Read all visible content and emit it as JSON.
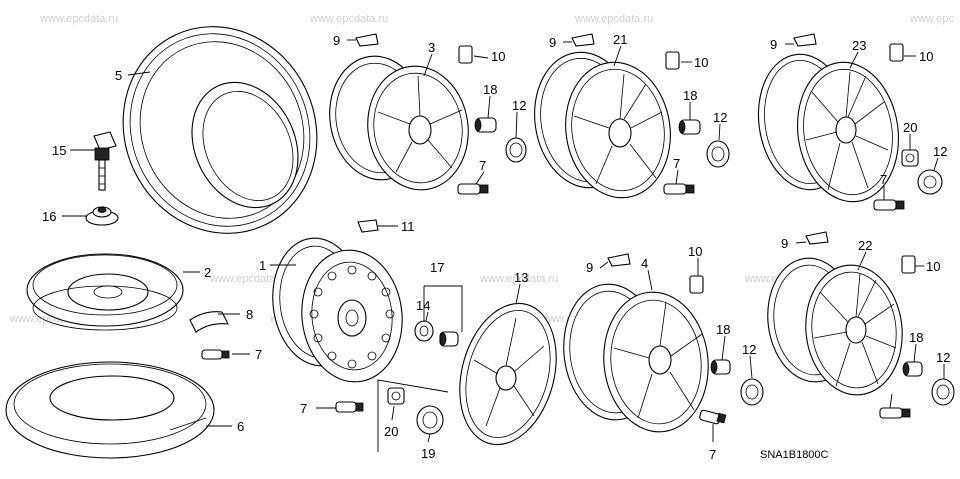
{
  "diagram": {
    "watermark": "www.epcdata.ru",
    "watermark_partial": "www.epc",
    "diagram_code": "SNA1B1800C",
    "callouts": {
      "c1": "1",
      "c2": "2",
      "c3": "3",
      "c4": "4",
      "c5": "5",
      "c6": "6",
      "c7a": "7",
      "c7b": "7",
      "c7c": "7",
      "c7d": "7",
      "c7e": "7",
      "c7f": "7",
      "c8": "8",
      "c9a": "9",
      "c9b": "9",
      "c9c": "9",
      "c9d": "9",
      "c9e": "9",
      "c10a": "10",
      "c10b": "10",
      "c10c": "10",
      "c10d": "10",
      "c10e": "10",
      "c11": "11",
      "c12a": "12",
      "c12b": "12",
      "c12c": "12",
      "c12d": "12",
      "c12e": "12",
      "c13": "13",
      "c14": "14",
      "c15": "15",
      "c16": "16",
      "c17": "17",
      "c18a": "18",
      "c18b": "18",
      "c18c": "18",
      "c18d": "18",
      "c19": "19",
      "c20a": "20",
      "c20b": "20",
      "c21": "21",
      "c22": "22",
      "c23": "23"
    }
  }
}
